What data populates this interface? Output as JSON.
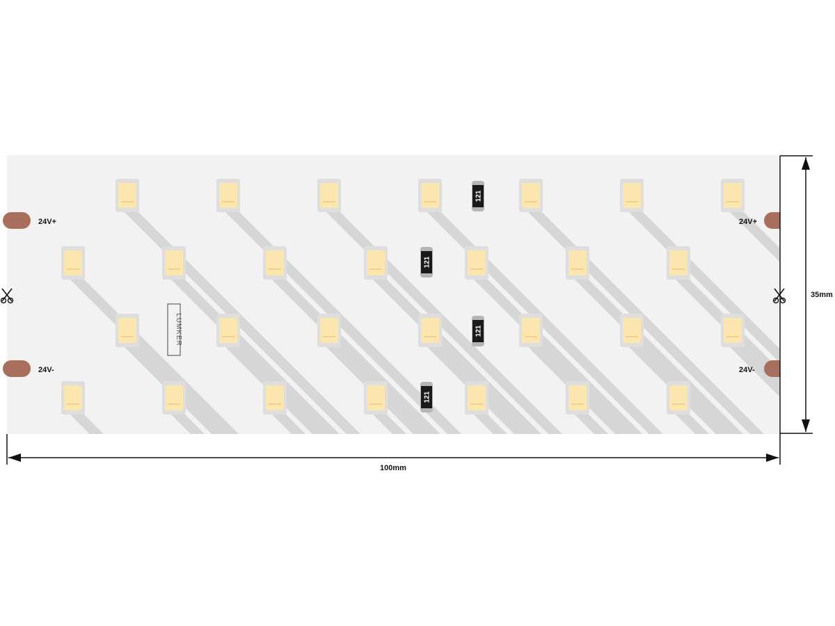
{
  "colors": {
    "strip": "#f2f2f2",
    "shadow": "#d6d6d6",
    "led_frame": "#dedede",
    "led_core": "#fbe6b0",
    "pad": "#a8705c",
    "resistor": "#1a1a1a",
    "line": "#111111"
  },
  "labels": {
    "pad_top_left": "24V+",
    "pad_top_right": "24V+",
    "pad_bottom_left": "24V-",
    "pad_bottom_right": "24V-",
    "width": "100mm",
    "height": "35mm",
    "brand": "LUMKER",
    "resistor_code": "121"
  },
  "icons": {
    "cut_mark": "scissors-icon"
  }
}
